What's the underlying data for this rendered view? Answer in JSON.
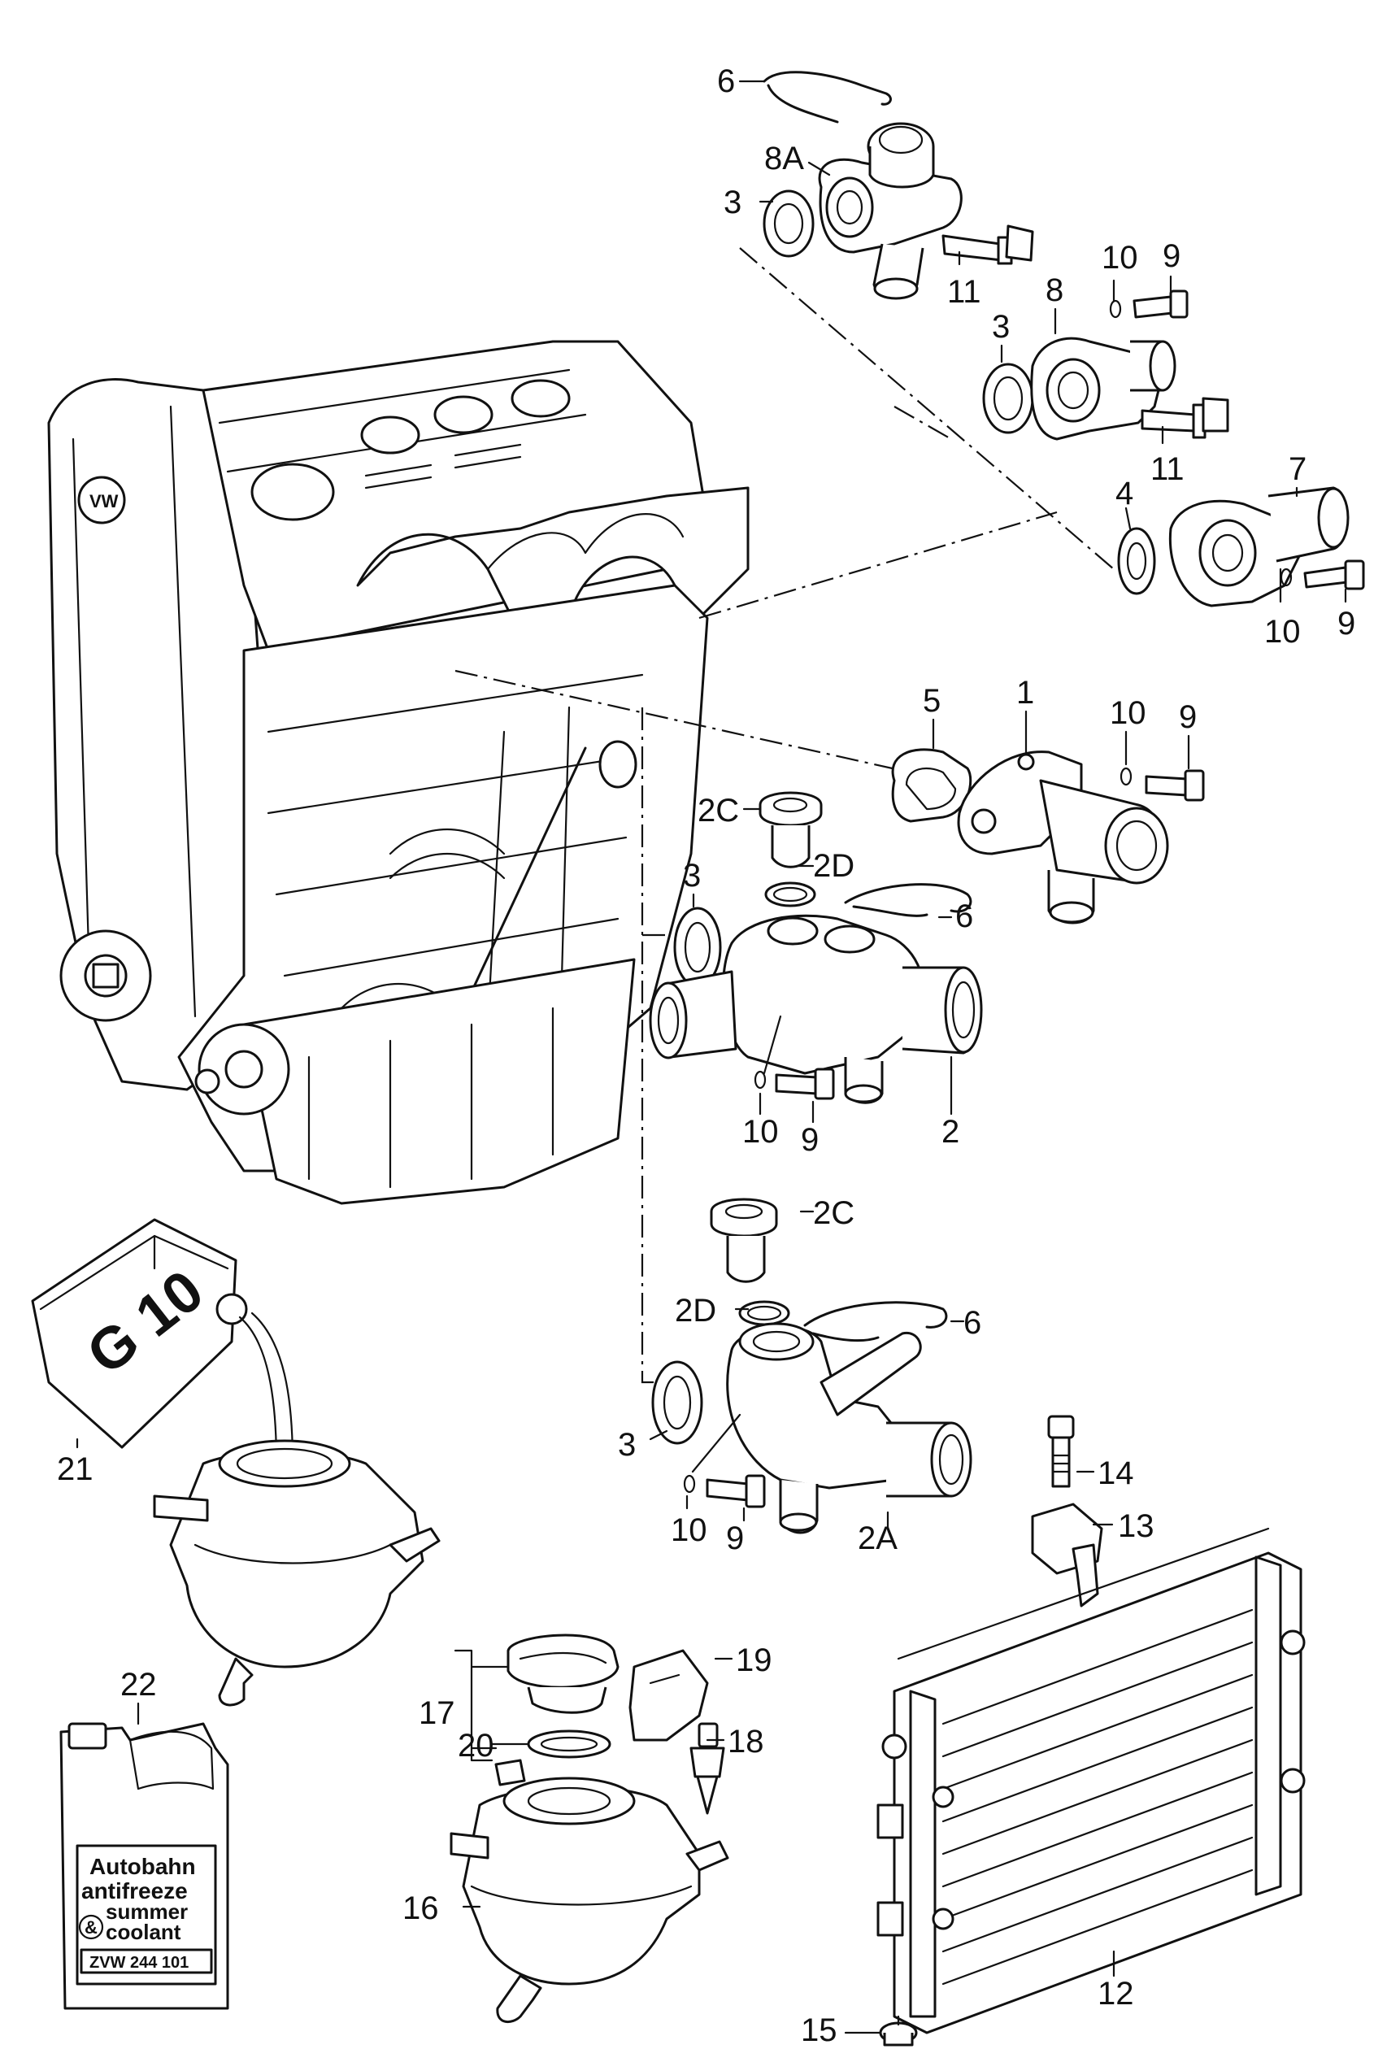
{
  "callouts": [
    {
      "id": "c-6a",
      "text": "6"
    },
    {
      "id": "c-8a",
      "text": "8A"
    },
    {
      "id": "c-3a",
      "text": "3"
    },
    {
      "id": "c-11a",
      "text": "11"
    },
    {
      "id": "c-10a",
      "text": "10"
    },
    {
      "id": "c-9a",
      "text": "9"
    },
    {
      "id": "c-8",
      "text": "8"
    },
    {
      "id": "c-3b",
      "text": "3"
    },
    {
      "id": "c-11b",
      "text": "11"
    },
    {
      "id": "c-7",
      "text": "7"
    },
    {
      "id": "c-4",
      "text": "4"
    },
    {
      "id": "c-9b",
      "text": "9"
    },
    {
      "id": "c-10b",
      "text": "10"
    },
    {
      "id": "c-5",
      "text": "5"
    },
    {
      "id": "c-1",
      "text": "1"
    },
    {
      "id": "c-10c",
      "text": "10"
    },
    {
      "id": "c-9c",
      "text": "9"
    },
    {
      "id": "c-2c-a",
      "text": "2C"
    },
    {
      "id": "c-2d-a",
      "text": "2D"
    },
    {
      "id": "c-3c",
      "text": "3"
    },
    {
      "id": "c-6b",
      "text": "6"
    },
    {
      "id": "c-10d",
      "text": "10"
    },
    {
      "id": "c-9d",
      "text": "9"
    },
    {
      "id": "c-2",
      "text": "2"
    },
    {
      "id": "c-2c-b",
      "text": "2C"
    },
    {
      "id": "c-2d-b",
      "text": "2D"
    },
    {
      "id": "c-6c",
      "text": "6"
    },
    {
      "id": "c-3d",
      "text": "3"
    },
    {
      "id": "c-10e",
      "text": "10"
    },
    {
      "id": "c-9e",
      "text": "9"
    },
    {
      "id": "c-2a",
      "text": "2A"
    },
    {
      "id": "c-21",
      "text": "21"
    },
    {
      "id": "c-14",
      "text": "14"
    },
    {
      "id": "c-13",
      "text": "13"
    },
    {
      "id": "c-22",
      "text": "22"
    },
    {
      "id": "c-19",
      "text": "19"
    },
    {
      "id": "c-17",
      "text": "17"
    },
    {
      "id": "c-18",
      "text": "18"
    },
    {
      "id": "c-20",
      "text": "20"
    },
    {
      "id": "c-16",
      "text": "16"
    },
    {
      "id": "c-12",
      "text": "12"
    },
    {
      "id": "c-15",
      "text": "15"
    }
  ],
  "canister_label": "G 10",
  "bottle_label": {
    "line1": "Autobahn",
    "line2": "antifreeze",
    "line3": "summer",
    "line4": "coolant",
    "part_number": "ZVW 244 101"
  },
  "engine_logo": "VW"
}
